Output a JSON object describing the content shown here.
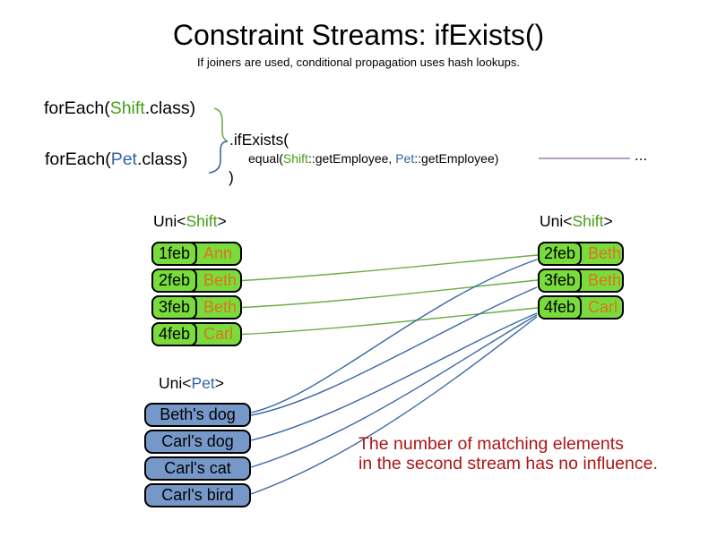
{
  "slide": {
    "title": "Constraint Streams: ifExists()",
    "subtitle": "If joiners are used, conditional propagation uses hash lookups."
  },
  "code": {
    "foreach_shift": {
      "prefix": "forEach(",
      "class_name": "Shift",
      "suffix": ".class)"
    },
    "foreach_pet": {
      "prefix": "forEach(",
      "class_name": "Pet",
      "suffix": ".class)"
    },
    "if_exists": ".ifExists(",
    "equal": {
      "prefix": "equal(",
      "shift_token": "Shift",
      "mid": "::getEmployee, ",
      "pet_token": "Pet",
      "suffix": "::getEmployee)"
    },
    "ellipsis": "...",
    "close_paren": ")"
  },
  "shift_stream_left": {
    "label": {
      "prefix": "Uni<",
      "type": "Shift",
      "suffix": ">"
    },
    "rows": [
      {
        "date": "1feb",
        "employee": "Ann"
      },
      {
        "date": "2feb",
        "employee": "Beth"
      },
      {
        "date": "3feb",
        "employee": "Beth"
      },
      {
        "date": "4feb",
        "employee": "Carl"
      }
    ]
  },
  "shift_stream_right": {
    "label": {
      "prefix": "Uni<",
      "type": "Shift",
      "suffix": ">"
    },
    "rows": [
      {
        "date": "2feb",
        "employee": "Beth"
      },
      {
        "date": "3feb",
        "employee": "Beth"
      },
      {
        "date": "4feb",
        "employee": "Carl"
      }
    ]
  },
  "pet_stream": {
    "label": {
      "prefix": "Uni<",
      "type": "Pet",
      "suffix": ">"
    },
    "rows": [
      "Beth's dog",
      "Carl's dog",
      "Carl's cat",
      "Carl's bird"
    ]
  },
  "note": {
    "line1": "The number of matching elements",
    "line2": "in the second stream has no influence."
  },
  "colors": {
    "shift_green_text": "#44A016",
    "pet_blue_text": "#3465A4",
    "employee_orange_text": "#E0731A",
    "shift_box_fill": "#79DC3C",
    "pet_box_fill": "#7698C9",
    "note_red": "#AE1515",
    "connector_green": "#6BAD42",
    "connector_blue": "#3A67A4",
    "joiner_line_purple": "#9A7FB5"
  }
}
